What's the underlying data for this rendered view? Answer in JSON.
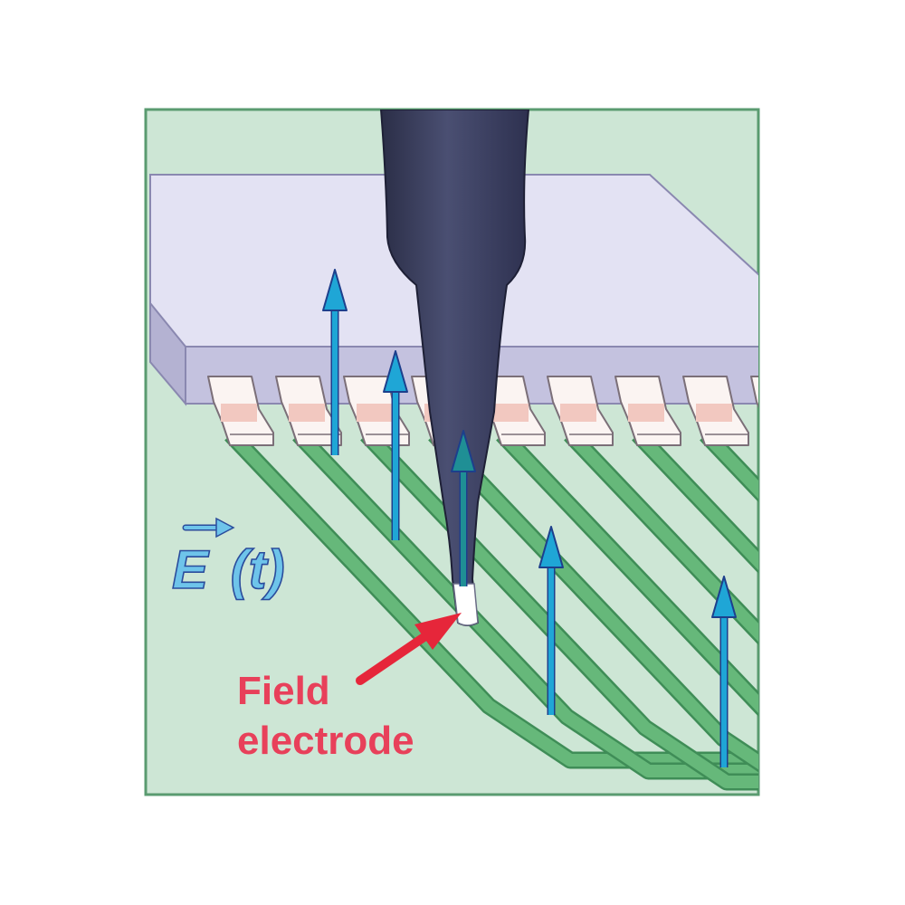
{
  "annotation": {
    "line1": "Field",
    "line2": "electrode"
  },
  "field_label": {
    "symbol": "E",
    "arg": "(t)"
  },
  "colors": {
    "board": "#cde6d5",
    "frame": "#5a9b70",
    "trace": "#66b87a",
    "chip_top": "#e3e2f3",
    "chip_side": "#c2c0de",
    "probe": "#3a3e5e",
    "field_arrow": "#1fa6d6",
    "electrode_arrow": "#1f8f95",
    "pointer_arrow": "#e6263a",
    "label_red": "#e8405a",
    "label_blue": "#6ec4ea"
  },
  "icons": {
    "field_arrows": "up-arrow-icon",
    "pointer": "red-pointer-arrow-icon"
  }
}
